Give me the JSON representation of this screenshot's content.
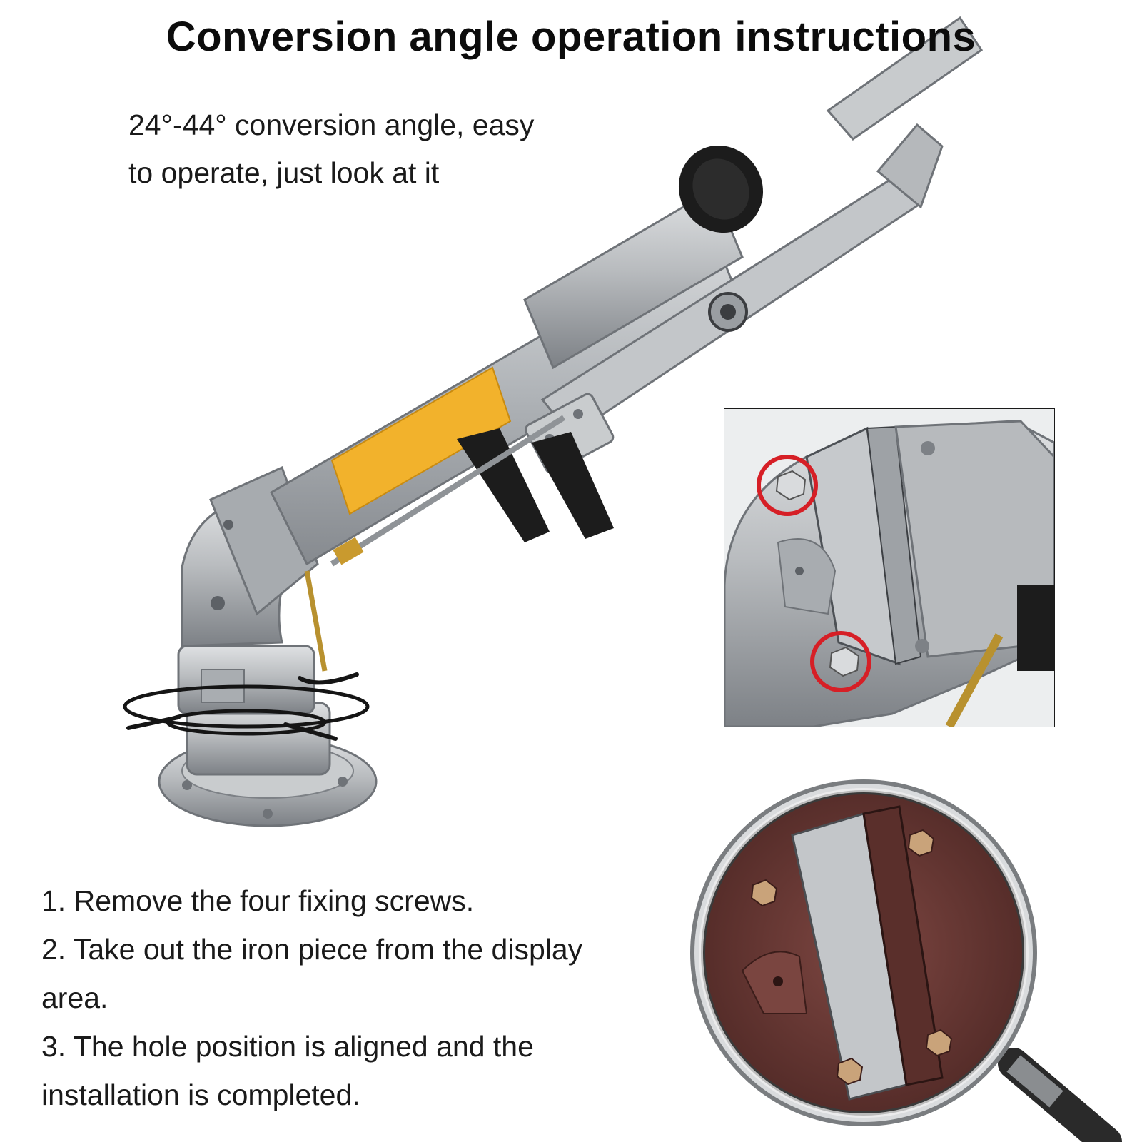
{
  "title": "Conversion angle operation instructions",
  "intro": {
    "line1": "24°-44° conversion angle, easy",
    "line2": "to operate, just look at it"
  },
  "steps": [
    "1. Remove the four fixing screws.",
    "2. Take out the iron piece from the display",
    "area.",
    "3. The hole position is aligned and the",
    "installation is completed."
  ],
  "colors": {
    "metal": "#b9bcbf",
    "metal_dark": "#7d8186",
    "label_yellow": "#f2b22c",
    "black_part": "#1c1c1c",
    "highlight_circle": "#d61f26",
    "rust_brown": "#6e3b37"
  },
  "icons": {
    "sprinkler": "sprinkler-gun-illustration",
    "detail": "bolt-detail-inset",
    "magnifier": "magnifying-glass-icon"
  }
}
